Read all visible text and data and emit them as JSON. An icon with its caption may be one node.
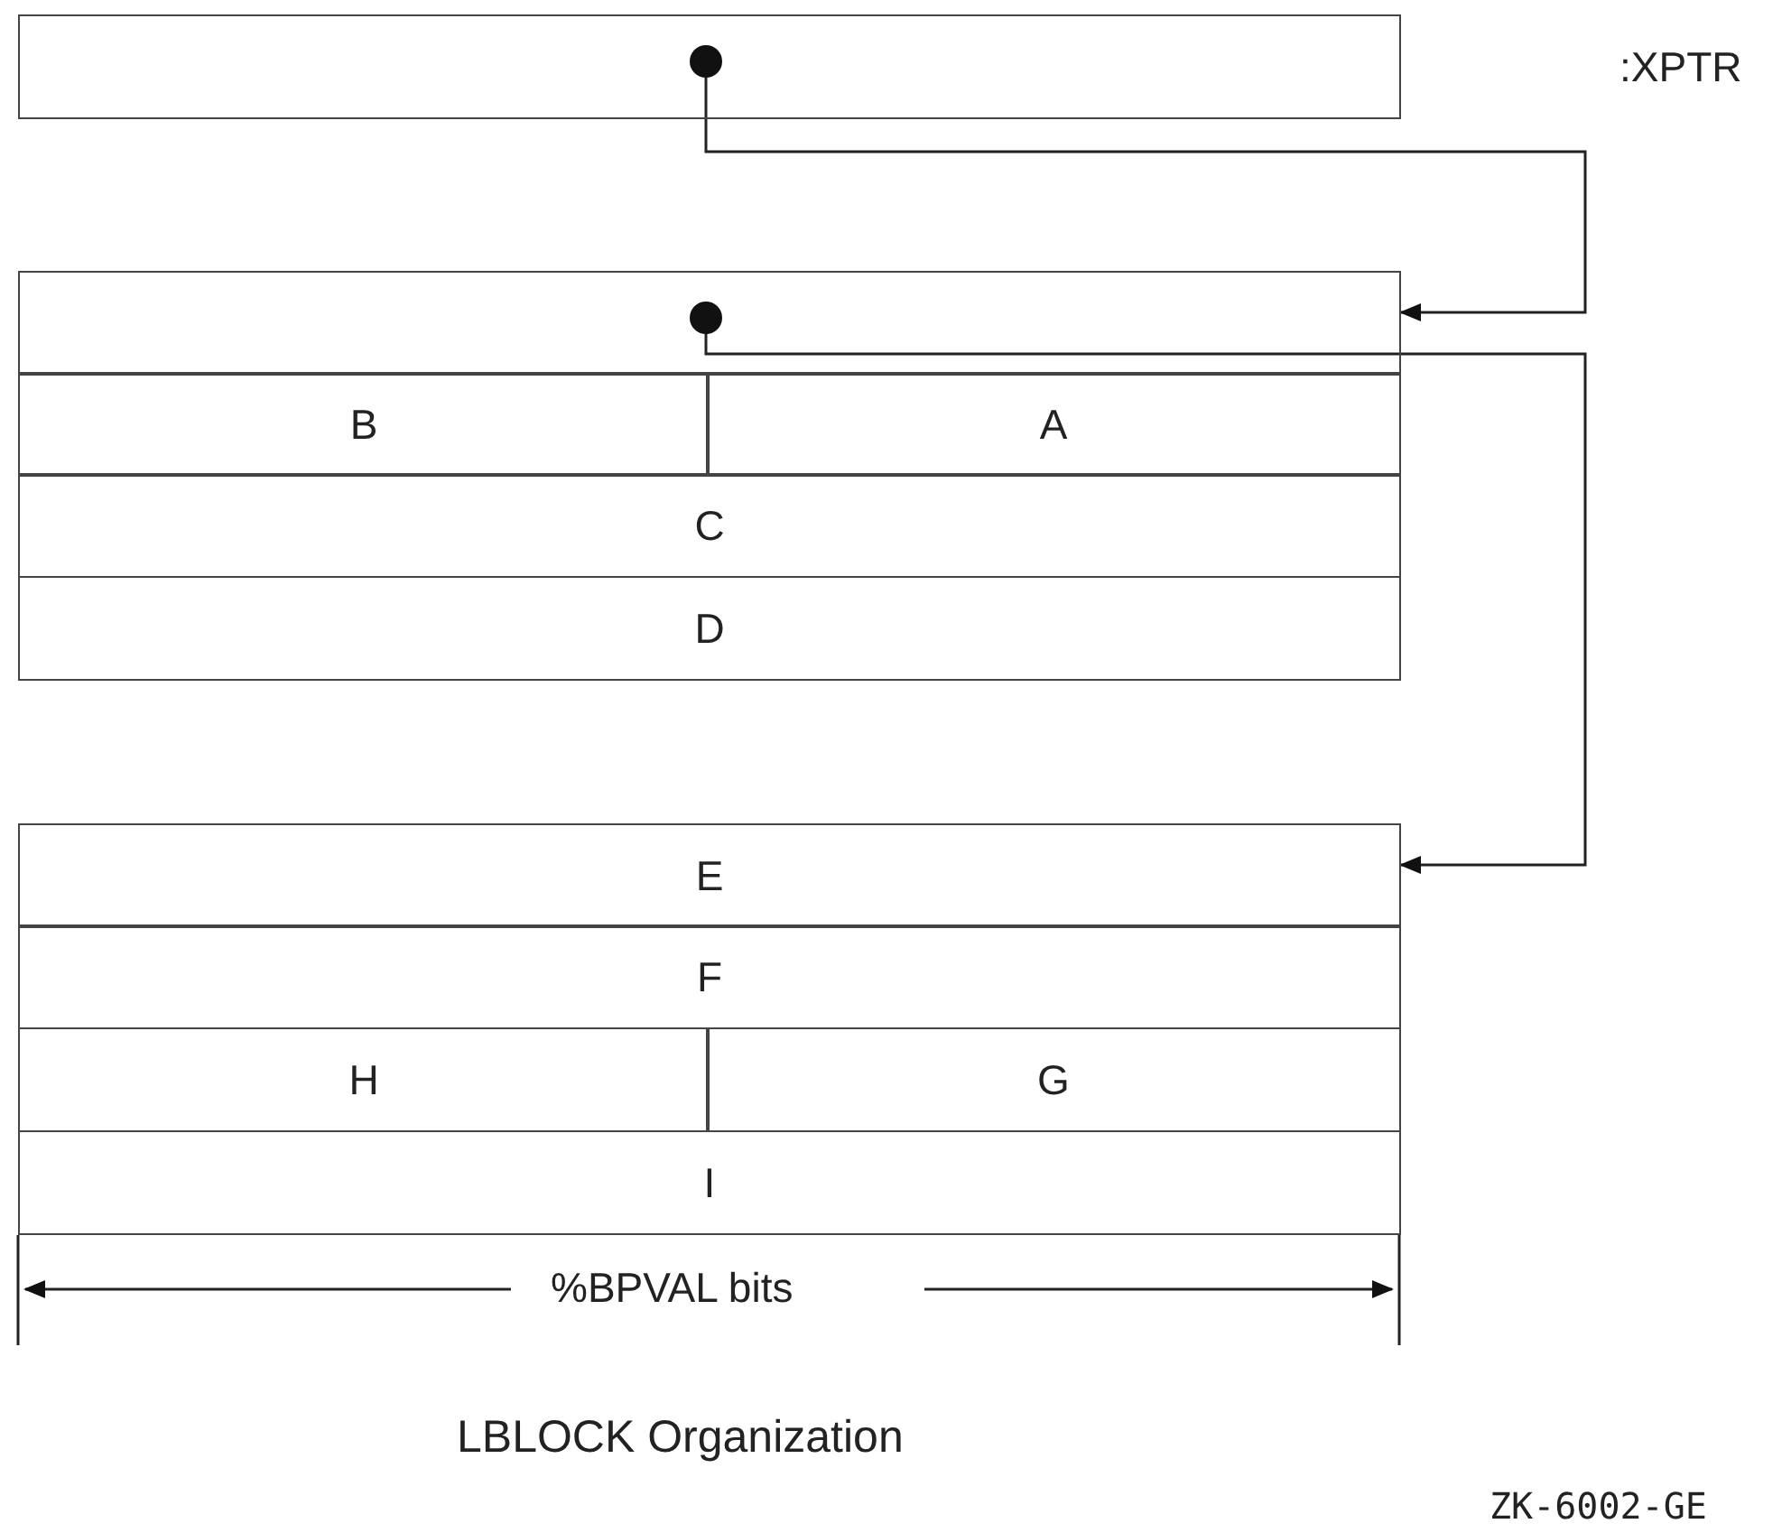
{
  "diagram": {
    "caption": "LBLOCK Organization",
    "nodes": [
      {
        "text": [],
        "shape": "box"
      },
      {
        "text": [],
        "shape": "box"
      },
      {
        "text": [
          "B"
        ]
      },
      {
        "text": [
          "A"
        ]
      },
      {
        "text": [
          "C"
        ]
      },
      {
        "text": [
          "D"
        ]
      },
      {
        "text": [
          "E"
        ]
      },
      {
        "text": [
          "F"
        ]
      },
      {
        "text": [
          "H"
        ]
      },
      {
        "text": [
          "G"
        ]
      },
      {
        "text": [
          "I"
        ]
      }
    ],
    "edges": [
      {
        "from": 0,
        "to": 1,
        "arrow": "to"
      },
      {
        "from": 1,
        "to": 6,
        "arrow": "to"
      }
    ],
    "labels": [
      ":XPTR",
      "%BPVAL bits",
      "ZK-6002-GE"
    ]
  }
}
